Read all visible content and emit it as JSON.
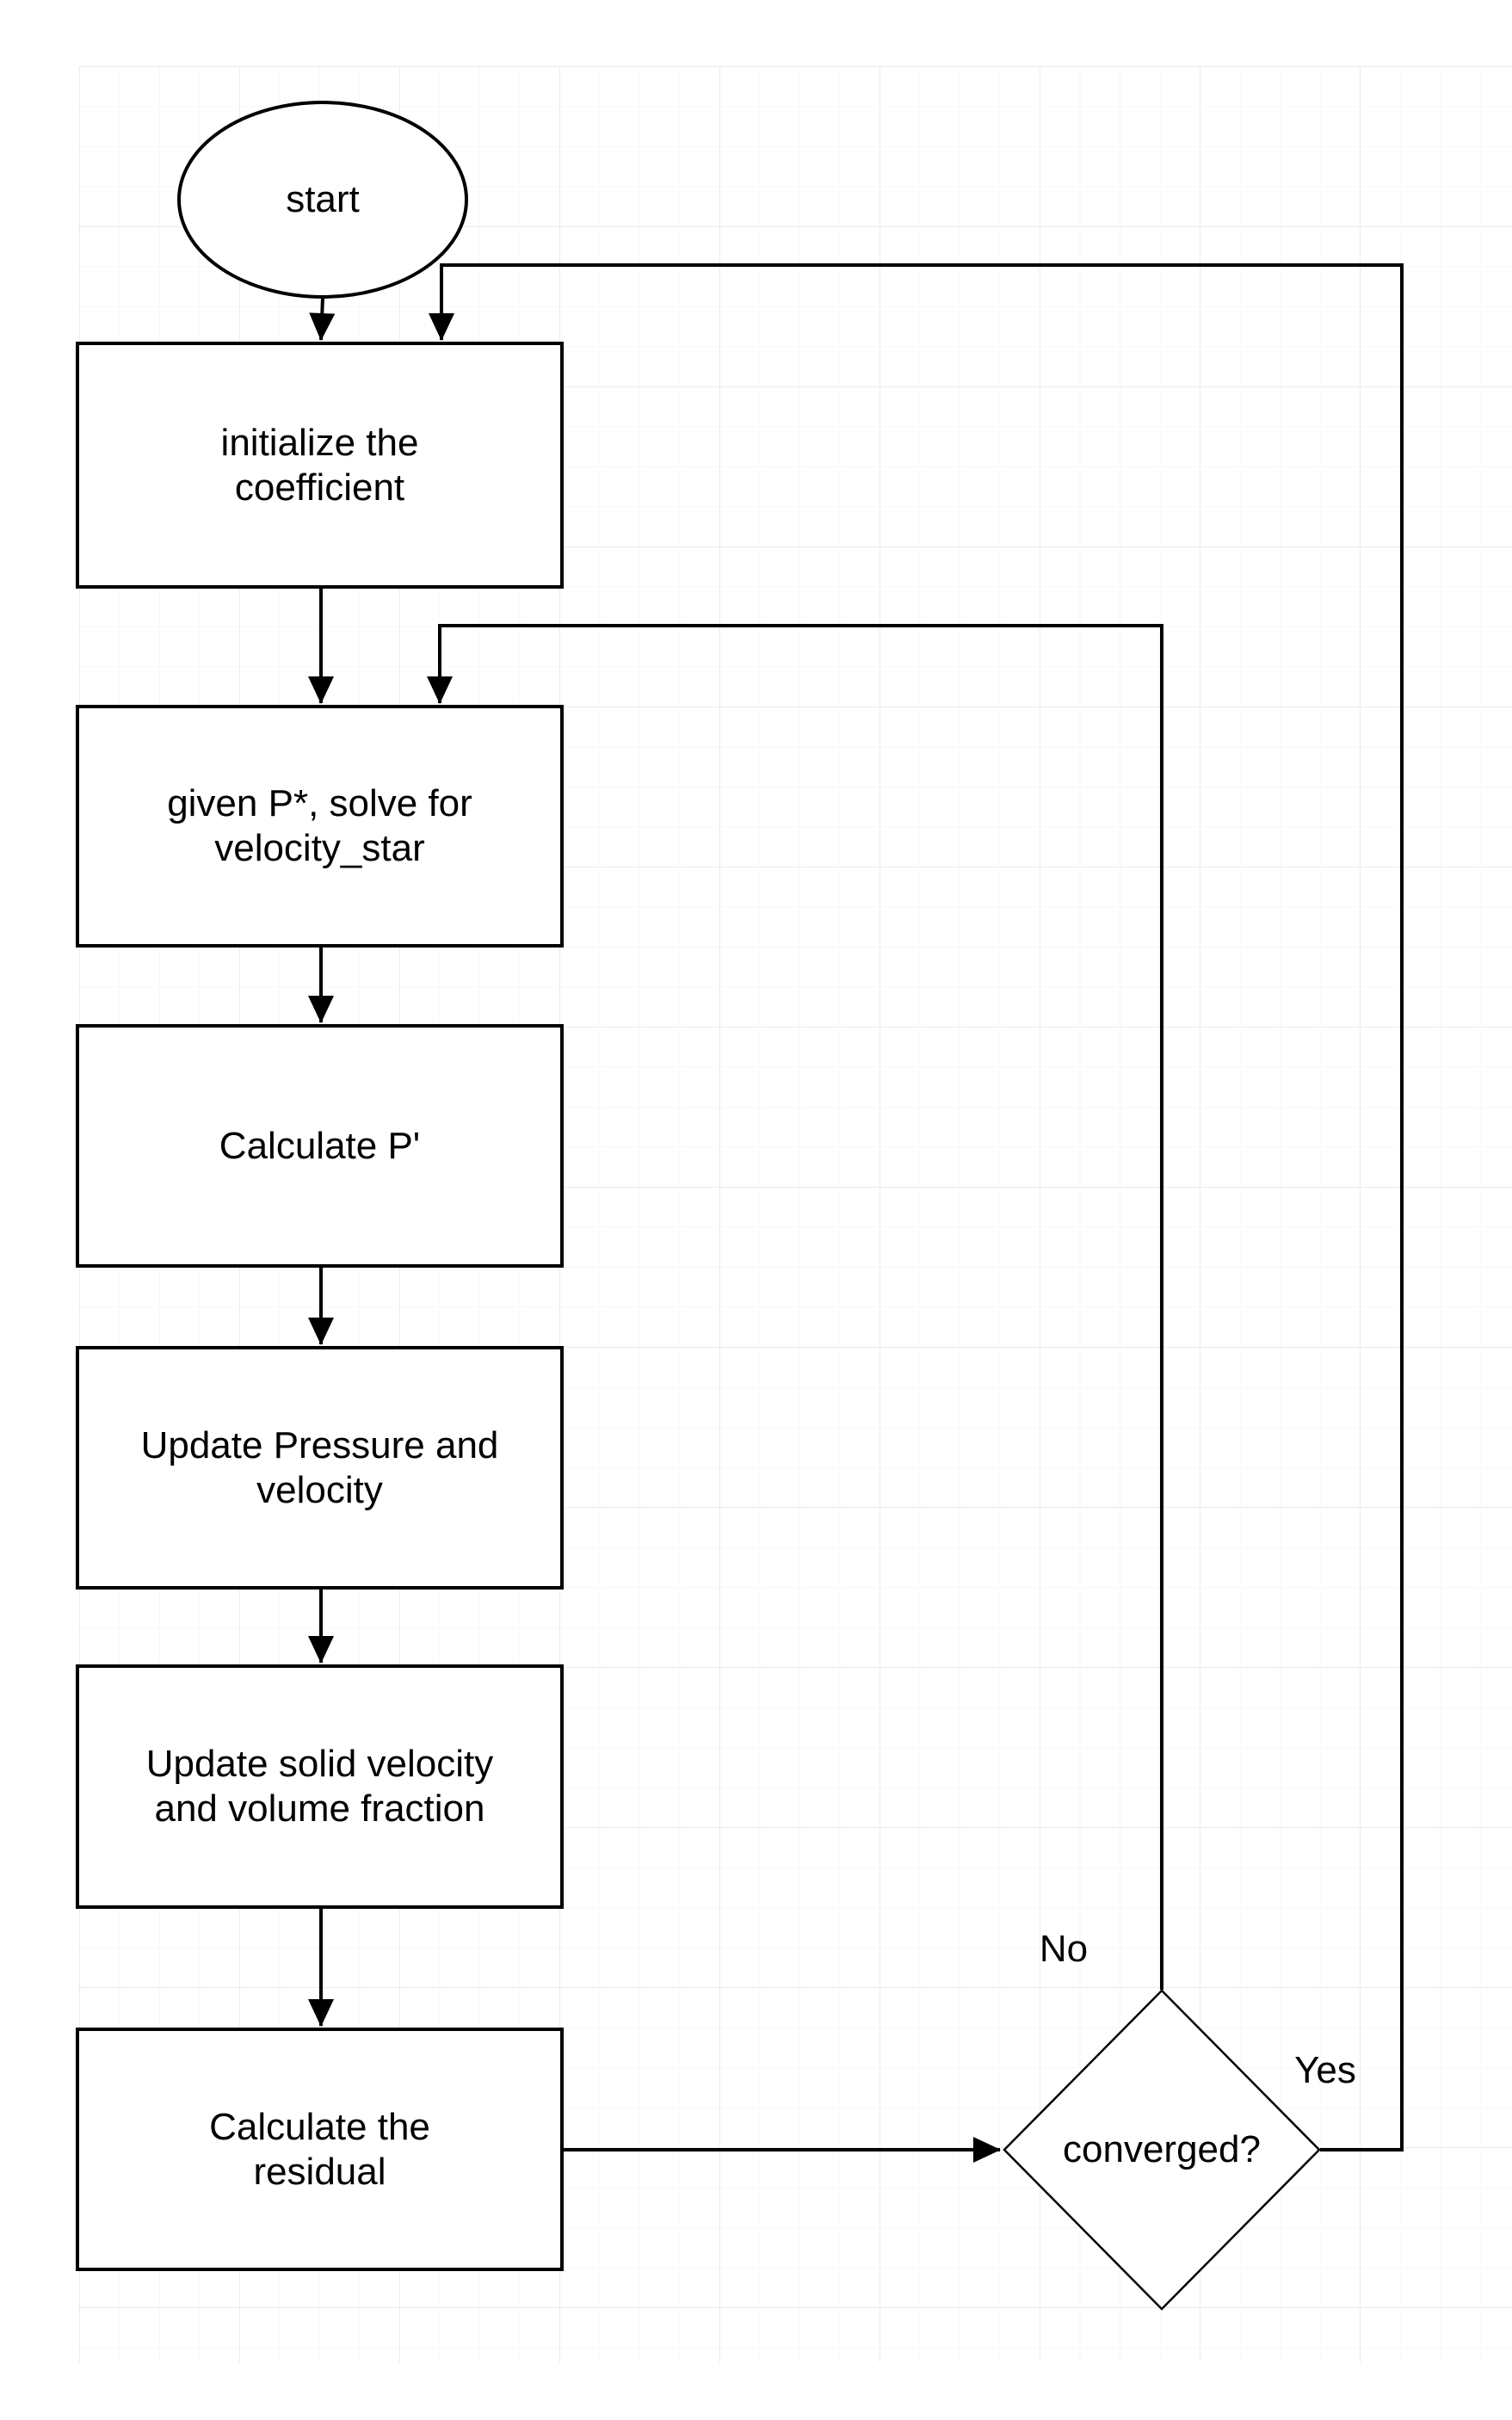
{
  "flowchart": {
    "nodes": [
      {
        "id": "start",
        "type": "terminator",
        "label": "start"
      },
      {
        "id": "init-coefficient",
        "type": "process",
        "label": "initialize the\ncoefficient"
      },
      {
        "id": "solve-velocity-star",
        "type": "process",
        "label": "given P*, solve for\nvelocity_star"
      },
      {
        "id": "calculate-p-prime",
        "type": "process",
        "label": "Calculate P'"
      },
      {
        "id": "update-pressure",
        "type": "process",
        "label": "Update Pressure and\nvelocity"
      },
      {
        "id": "update-solid",
        "type": "process",
        "label": "Update solid velocity\nand volume fraction"
      },
      {
        "id": "calculate-residual",
        "type": "process",
        "label": "Calculate the\nresidual"
      },
      {
        "id": "converged",
        "type": "decision",
        "label": "converged?"
      }
    ],
    "branch_no_label": "No",
    "branch_yes_label": "Yes"
  },
  "colors": {
    "stroke": "#000000",
    "shape_fill": "#ffffff",
    "background": "#ffffff",
    "grid_minor": "#f7f7f7",
    "grid_major": "#ebebeb"
  }
}
